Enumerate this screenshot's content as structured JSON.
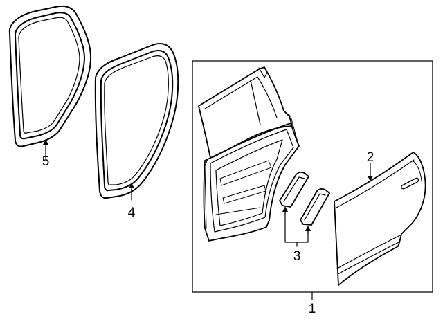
{
  "callouts": {
    "door_assembly": "1",
    "outer_panel": "2",
    "pads": "3",
    "seal_large": "4",
    "seal_small": "5"
  },
  "colors": {
    "ink": "#000000",
    "background": "#ffffff"
  }
}
